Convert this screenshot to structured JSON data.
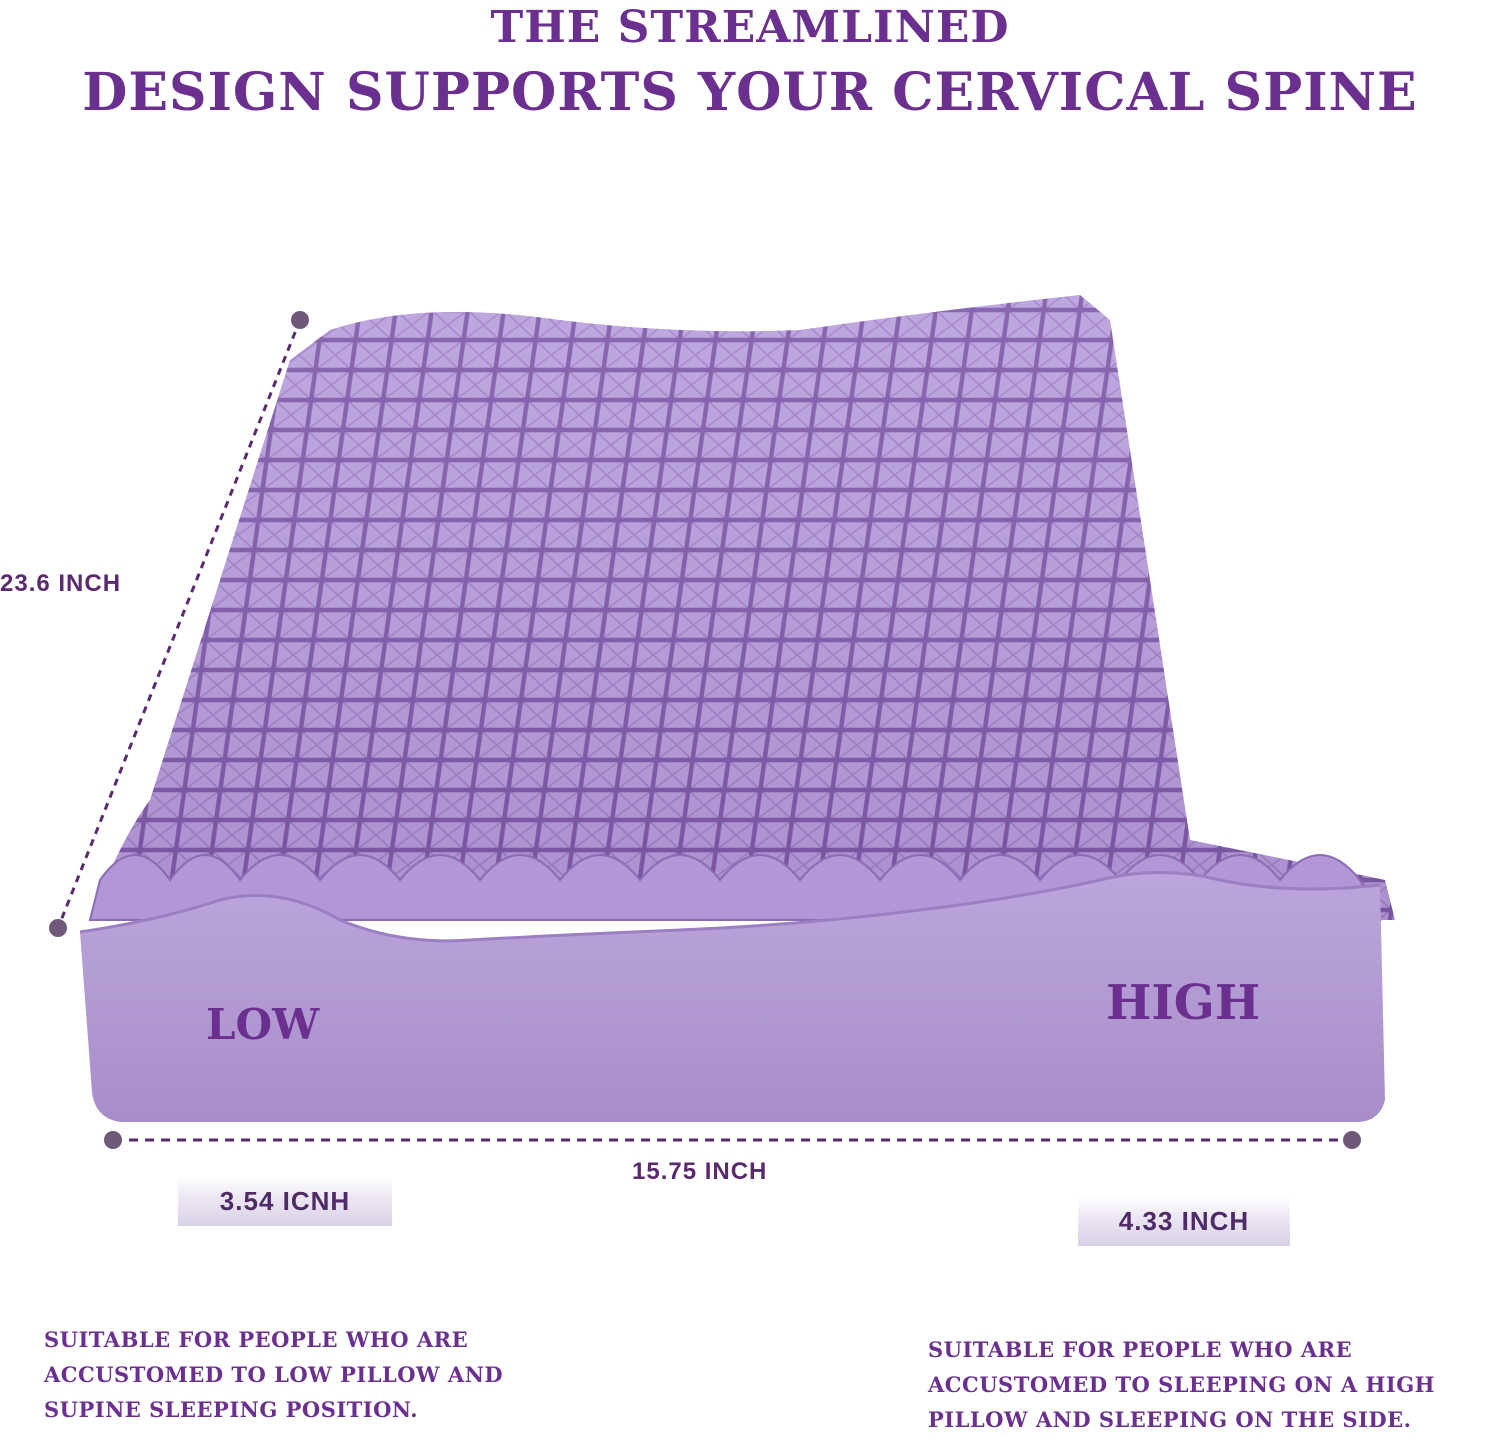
{
  "headline": {
    "line1": "THE STREAMLINED",
    "line2": "DESIGN SUPPORTS YOUR CERVICAL SPINE"
  },
  "pillow": {
    "low_label": "LOW",
    "high_label": "HIGH",
    "color": "#b79fd8",
    "side_color": "#b49ad3",
    "grid_color": "#8d6ab8"
  },
  "dimensions": {
    "depth": "23.6 INCH",
    "width": "15.75 INCH",
    "low_height": "3.54 ICNH",
    "high_height": "4.33 INCH"
  },
  "notes": {
    "low": [
      "SUITABLE FOR PEOPLE WHO ARE",
      "ACCUSTOMED TO LOW PILLOW AND",
      "SUPINE SLEEPING POSITION."
    ],
    "high": [
      "SUITABLE FOR PEOPLE WHO ARE",
      "ACCUSTOMED TO SLEEPING ON A HIGH",
      "PILLOW AND SLEEPING ON THE SIDE."
    ]
  },
  "colors": {
    "headline": "#6b2f8f",
    "dimension_line": "#5a2a6e"
  }
}
